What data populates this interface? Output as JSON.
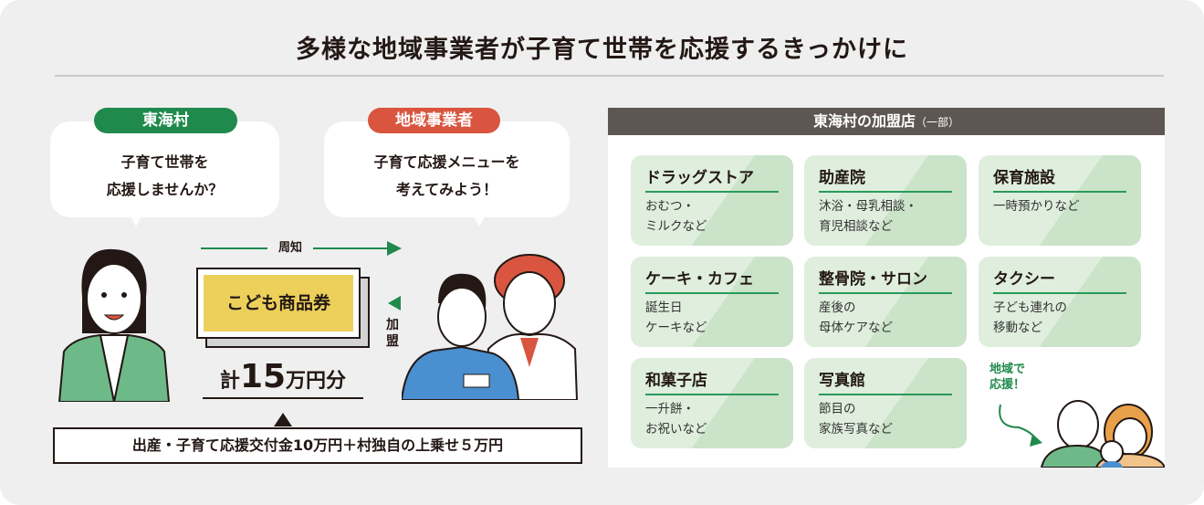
{
  "title": "多様な地域事業者が子育て世帯を応援するきっかけに",
  "village": {
    "label": "東海村",
    "speech_l1": "子育て世帯を",
    "speech_l2": "応援しませんか？",
    "color": "#1f8a4c"
  },
  "business": {
    "label": "地域事業者",
    "speech_l1": "子育て応援メニューを",
    "speech_l2": "考えてみよう！",
    "color": "#d9553f"
  },
  "flow": {
    "notify": "周知",
    "join_1": "加",
    "join_2": "盟"
  },
  "coupon": {
    "name": "こども商品券",
    "total_prefix": "計",
    "total_amount": "15",
    "total_suffix": "万円分"
  },
  "funding": "出産・子育て応援交付金10万円＋村独自の上乗せ５万円",
  "panel": {
    "title": "東海村の加盟店",
    "title_note": "（一部）",
    "stores": [
      {
        "name": "ドラッグストア",
        "desc": "おむつ・\nミルクなど"
      },
      {
        "name": "助産院",
        "desc": "沐浴・母乳相談・\n育児相談など"
      },
      {
        "name": "保育施設",
        "desc": "一時預かりなど"
      },
      {
        "name": "ケーキ・カフェ",
        "desc": "誕生日\nケーキなど"
      },
      {
        "name": "整骨院・サロン",
        "desc": "産後の\n母体ケアなど"
      },
      {
        "name": "タクシー",
        "desc": "子ども連れの\n移動など"
      },
      {
        "name": "和菓子店",
        "desc": "一升餅・\nお祝いなど"
      },
      {
        "name": "写真館",
        "desc": "節目の\n家族写真など"
      }
    ],
    "support_l1": "地域で",
    "support_l2": "応援！"
  }
}
